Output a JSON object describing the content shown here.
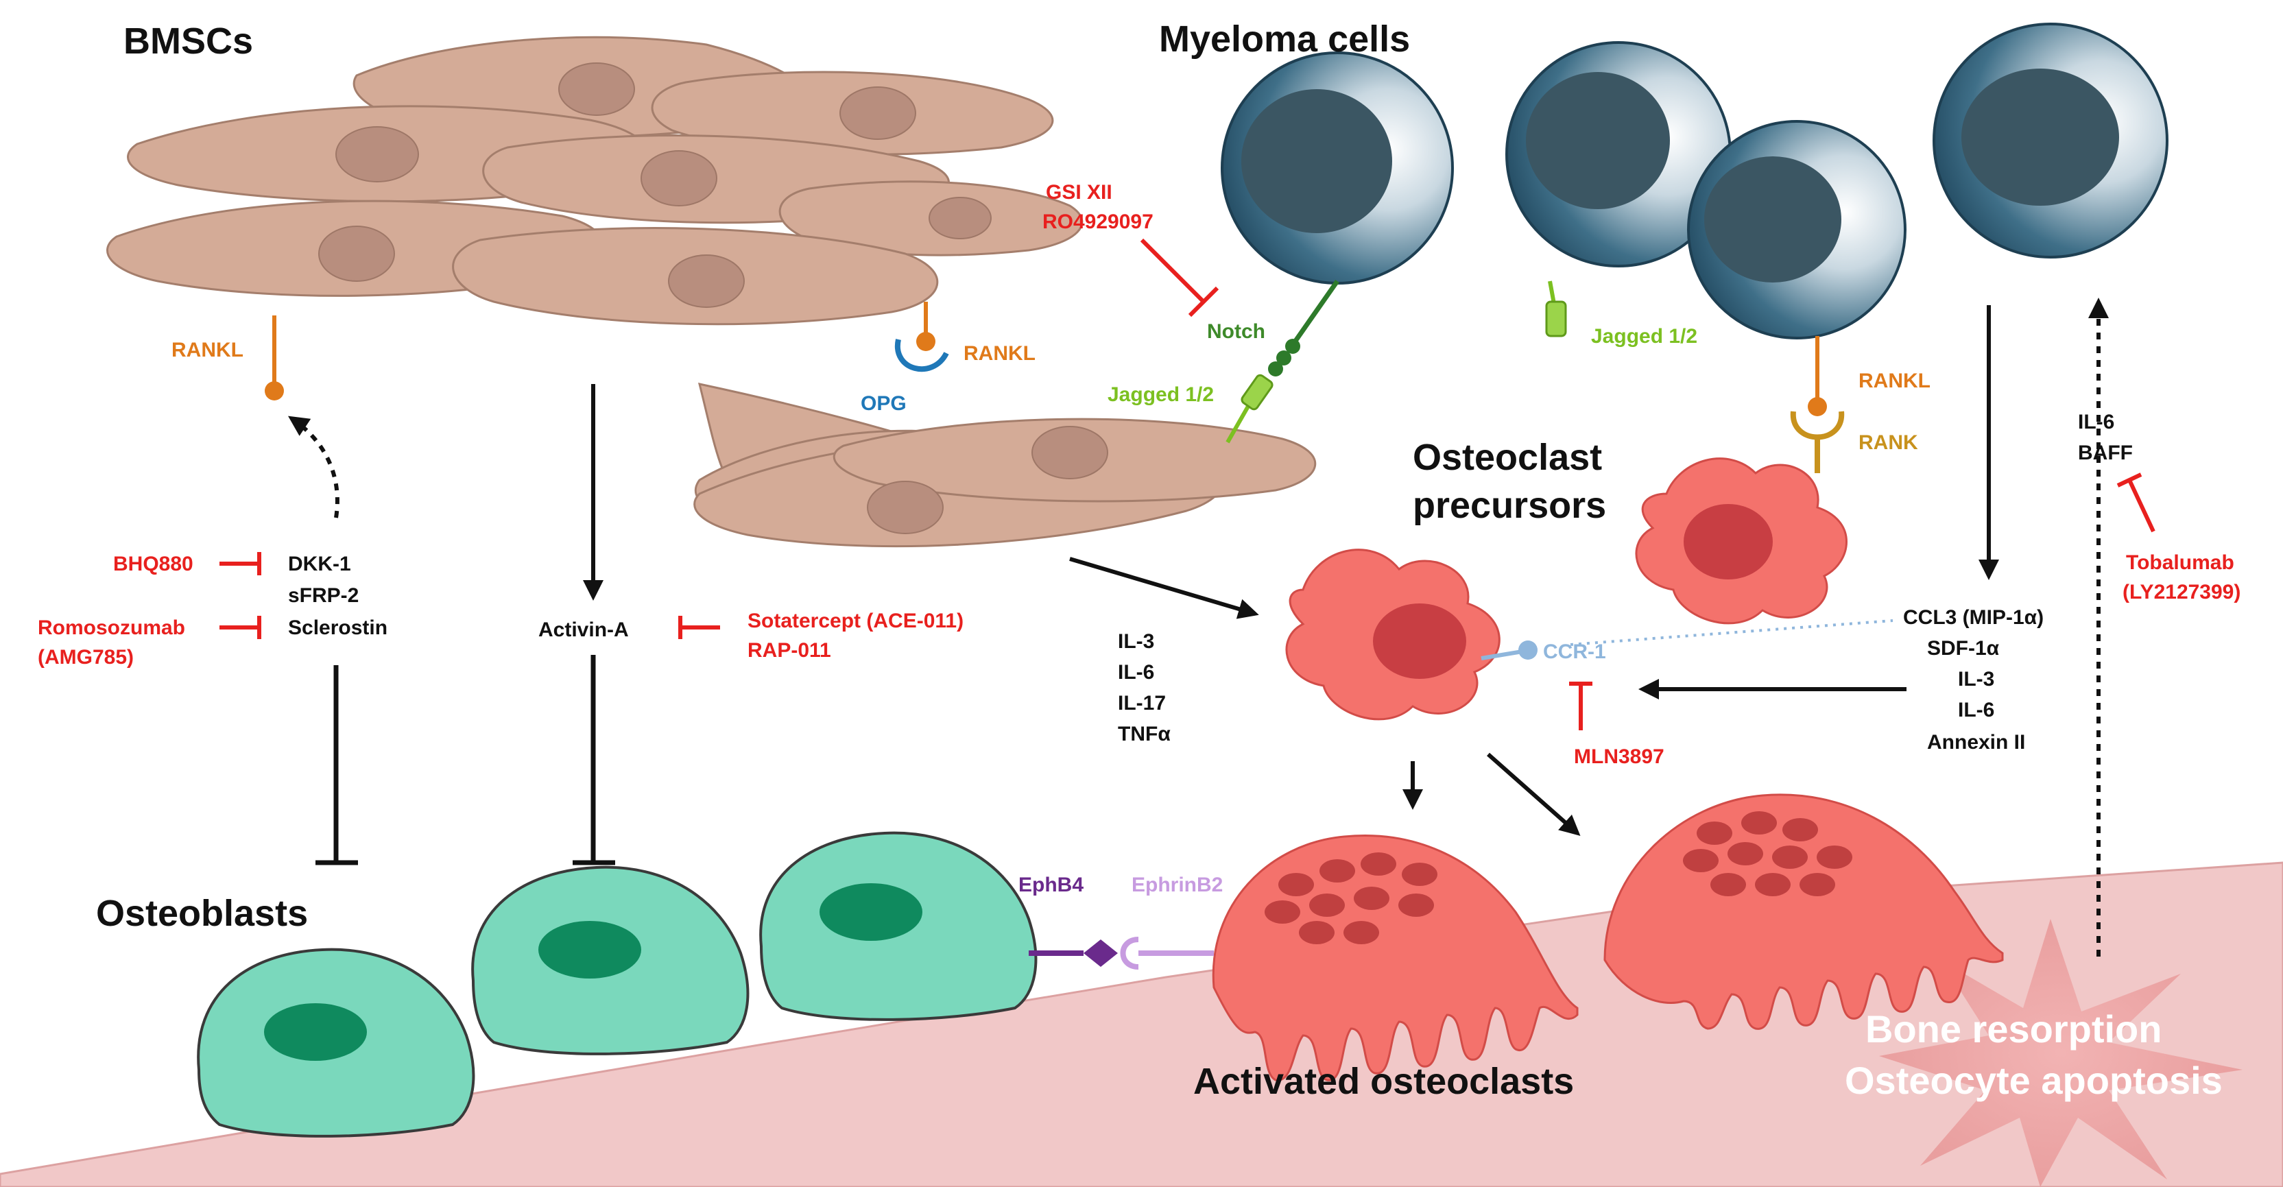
{
  "titles": {
    "bmscs": "BMSCs",
    "myeloma": "Myeloma cells",
    "osteoclast_precursors_1": "Osteoclast",
    "osteoclast_precursors_2": "precursors",
    "osteoblasts": "Osteoblasts",
    "activated_osteoclasts": "Activated osteoclasts"
  },
  "molecules": {
    "rankl_left": "RANKL",
    "rankl_mid": "RANKL",
    "rankl_right": "RANKL",
    "opg": "OPG",
    "rank": "RANK",
    "notch": "Notch",
    "jagged_left": "Jagged 1/2",
    "jagged_right": "Jagged 1/2",
    "ccr1": "CCR-1",
    "ephb4": "EphB4",
    "ephrinb2": "EphrinB2"
  },
  "factors": {
    "wnt_inhibitors": [
      "DKK-1",
      "sFRP-2",
      "Sclerostin"
    ],
    "activin": "Activin-A",
    "bmsc_cytokines": [
      "IL-3",
      "IL-6",
      "IL-17",
      "TNFα"
    ],
    "myeloma_factors": [
      "CCL3 (MIP-1α)",
      "SDF-1α",
      "IL-3",
      "IL-6",
      "Annexin II"
    ],
    "feedback": [
      "IL-6",
      "BAFF"
    ]
  },
  "drugs": {
    "gsi": [
      "GSI XII",
      "RO4929097"
    ],
    "bhq": "BHQ880",
    "romosozumab": [
      "Romosozumab",
      "(AMG785)"
    ],
    "sotatercept": [
      "Sotatercept (ACE-011)",
      "RAP-011"
    ],
    "mln": "MLN3897",
    "tobalumab": [
      "Tobalumab",
      "(LY2127399)"
    ]
  },
  "bone": [
    "Bone resorption",
    "Osteocyte apoptosis"
  ],
  "colors": {
    "inhibitor_red": "#e8201e",
    "bmsc_fill": "#d4ab97",
    "myeloma_fill": "#2f5e78",
    "osteoclast_fill": "#f4726c",
    "osteoblast_fill": "#7ad8bc",
    "bone_fill": "#f1c8c8"
  }
}
